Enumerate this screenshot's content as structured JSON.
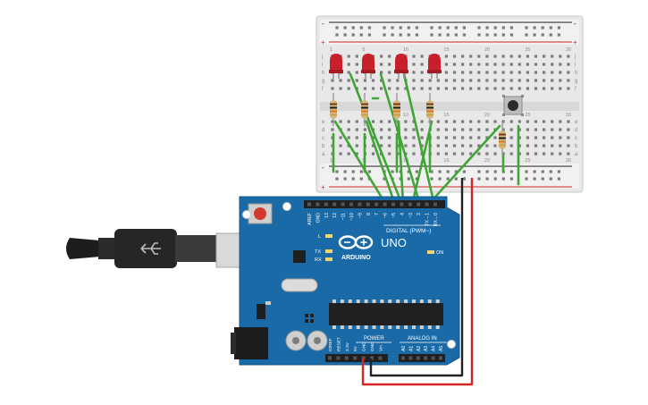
{
  "breadboard": {
    "col_numbers_top": [
      "1",
      "",
      "",
      "",
      "5",
      "",
      "",
      "",
      "",
      "10",
      "",
      "",
      "",
      "",
      "15",
      "",
      "",
      "",
      "",
      "20",
      "",
      "",
      "",
      "",
      "25",
      "",
      "",
      "",
      "",
      "30"
    ],
    "row_letters_top": [
      "j",
      "i",
      "h",
      "g",
      "f"
    ],
    "row_letters_bottom": [
      "e",
      "d",
      "c",
      "b",
      "a"
    ],
    "rail_plus": "+",
    "rail_minus": "-"
  },
  "arduino": {
    "logo_text": "ARDUINO",
    "model": "UNO",
    "digital_label": "DIGITAL (PWM~)",
    "analog_label": "ANALOG IN",
    "power_label": "POWER",
    "on_label": "ON",
    "l_label": "L",
    "tx_label": "TX",
    "rx_label": "RX",
    "digital_pins": [
      "AREF",
      "GND",
      "13",
      "12",
      "~11",
      "~10",
      "~9",
      "8",
      "7",
      "~6",
      "~5",
      "4",
      "~3",
      "2",
      "TX→1",
      "RX←0"
    ],
    "power_pins": [
      "IOREF",
      "RESET",
      "3.3V",
      "5V",
      "GND",
      "GND",
      "Vin"
    ],
    "analog_pins": [
      "A0",
      "A1",
      "A2",
      "A3",
      "A4",
      "A5"
    ]
  },
  "components": {
    "leds": 4,
    "resistors": 5,
    "pushbuttons": 1,
    "led_color": "#c8202a",
    "wire_green": "#3fa535",
    "wire_red": "#d42525",
    "wire_black": "#222222",
    "board_color": "#1a6aa8"
  }
}
